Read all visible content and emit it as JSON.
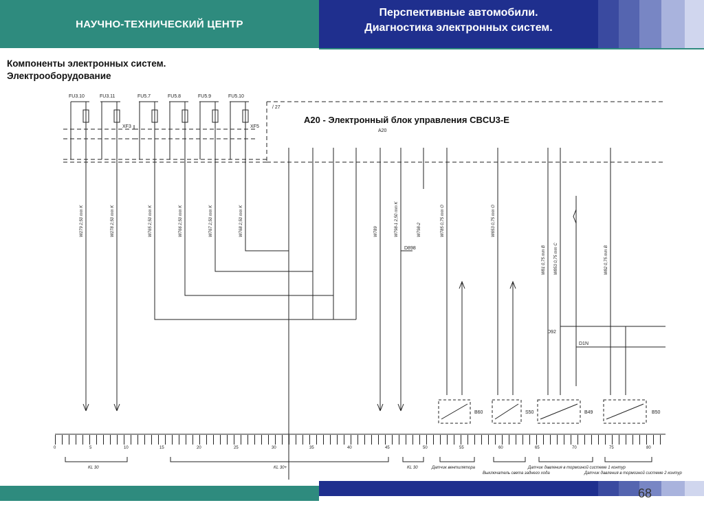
{
  "header": {
    "left_title": "НАУЧНО-ТЕХНИЧЕСКИЙ ЦЕНТР",
    "right_line1": "Перспективные автомобили.",
    "right_line2": "Диагностика электронных систем."
  },
  "subtitle": {
    "line1": "Компоненты электронных систем.",
    "line2": "Электрооборудование"
  },
  "diagram": {
    "ecu_label": "A20 - Электронный блок управления CBCU3-E",
    "ecu_code": "A20",
    "ecu_corner": "/ 27",
    "fuses": [
      "FU3.10",
      "FU3.11",
      "FU5.7",
      "FU5.8",
      "FU5.9",
      "FU5.10"
    ],
    "connectors": [
      "XF3",
      "XF5"
    ],
    "wires": [
      "W279 2,50 mm K",
      "W278 2,50 mm K",
      "W765 2,50 mm K",
      "W766 2,50 mm K",
      "W767 2,50 mm K",
      "W768 2,50 mm K",
      "W789",
      "W798-1 2,50 mm K",
      "W798-2",
      "W785 0,75 mm O",
      "W653 0,75 mm O",
      "W81 0,75 mm B",
      "W853 0,75 mm C",
      "W82 0,75 mm B"
    ],
    "node_labels": [
      "D898",
      "D92",
      "D1N"
    ],
    "sensors": [
      "B60",
      "S50",
      "B49",
      "B50"
    ],
    "bottom_groups": [
      {
        "label": "KL 30"
      },
      {
        "label": "KL 30+"
      },
      {
        "label": "KL 30"
      },
      {
        "label": "Датчик вентилятора"
      },
      {
        "label": "Выключатель света заднего хода"
      },
      {
        "label": "Датчик давления в тормозной системе 1 контур"
      },
      {
        "label": "Датчик давления в тормозной системе 2 контур"
      }
    ],
    "scale_numbers": [
      "0",
      "5",
      "10",
      "15",
      "20",
      "25",
      "30",
      "35",
      "40",
      "45",
      "50",
      "55",
      "60",
      "65",
      "70",
      "75",
      "80"
    ]
  },
  "footer": {
    "page_number": "68"
  },
  "colors": {
    "teal": "#2e8b7e",
    "navy": "#1f2f8e",
    "strip1": "#3a4aa0",
    "strip2": "#5565b0",
    "strip3": "#7886c4",
    "strip4": "#a9b3dd",
    "strip5": "#d0d6ee"
  }
}
